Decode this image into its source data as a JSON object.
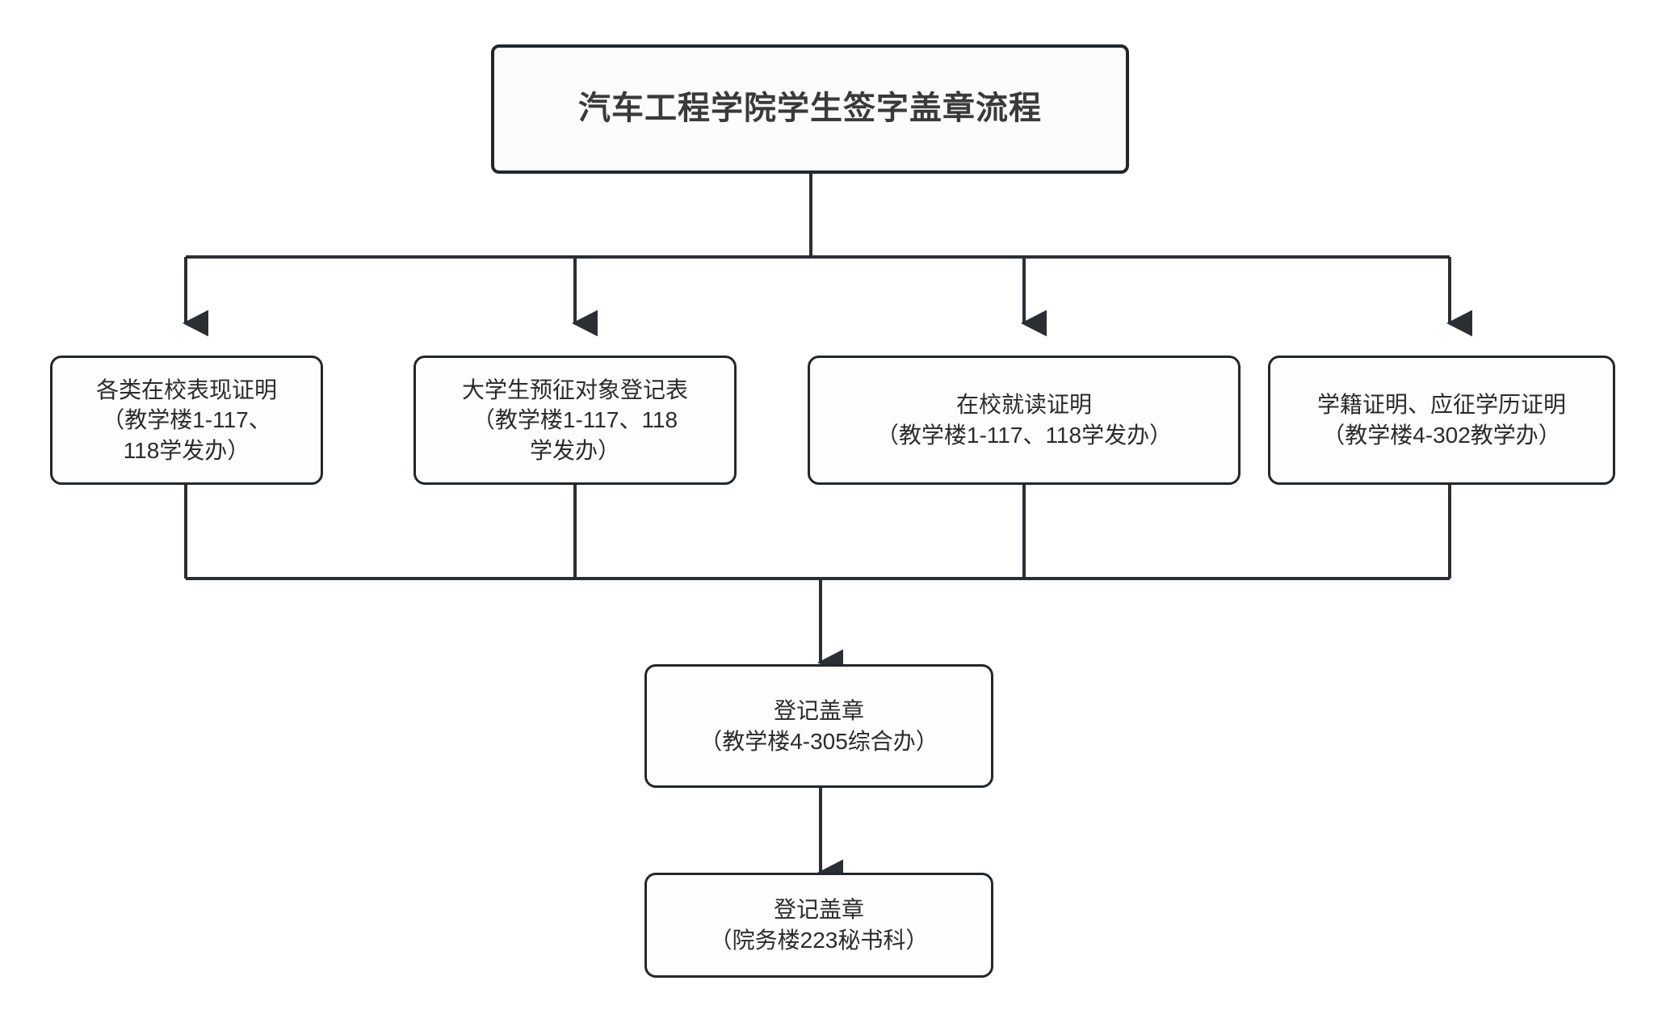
{
  "diagram": {
    "title": "汽车工程学院学生签字盖章流程",
    "background_color": "#ffffff",
    "line_color": "#22272b",
    "box_fill": "#fdfdfd",
    "text_color": "#2b2b2b"
  },
  "nodes": {
    "title_box": {
      "label": "汽车工程学院学生签字盖章流程"
    },
    "row1": [
      {
        "name": "各类在校表现证明",
        "line1": "各类在校表现证明",
        "line2": "（教学楼1-117、",
        "line3": "118学发办）"
      },
      {
        "name": "大学生预征对象登记表",
        "line1": "大学生预征对象登记表",
        "line2": "（教学楼1-117、118",
        "line3": "学发办）"
      },
      {
        "name": "在校就读证明",
        "line1": "在校就读证明",
        "line2": "（教学楼1-117、118学发办）",
        "line3": ""
      },
      {
        "name": "学籍证明、应征学历证明",
        "line1": "学籍证明、应征学历证明",
        "line2": "（教学楼4-302教学办）",
        "line3": ""
      }
    ],
    "step5": {
      "line1": "登记盖章",
      "line2": "（教学楼4-305综合办）"
    },
    "step6": {
      "line1": "登记盖章",
      "line2": "（院务楼223秘书科）"
    }
  },
  "chart_data": {
    "type": "diagram",
    "title": "汽车工程学院学生签字盖章流程",
    "flow": [
      {
        "from": "汽车工程学院学生签字盖章流程",
        "to": [
          "各类在校表现证明（教学楼1-117、118学发办）",
          "大学生预征对象登记表（教学楼1-117、118学发办）",
          "在校就读证明（教学楼1-117、118学发办）",
          "学籍证明、应征学历证明（教学楼4-302教学办）"
        ]
      },
      {
        "from": [
          "各类在校表现证明（教学楼1-117、118学发办）",
          "大学生预征对象登记表（教学楼1-117、118学发办）",
          "在校就读证明（教学楼1-117、118学发办）",
          "学籍证明、应征学历证明（教学楼4-302教学办）"
        ],
        "to": "登记盖章（教学楼4-305综合办）"
      },
      {
        "from": "登记盖章（教学楼4-305综合办）",
        "to": "登记盖章（院务楼223秘书科）"
      }
    ]
  }
}
